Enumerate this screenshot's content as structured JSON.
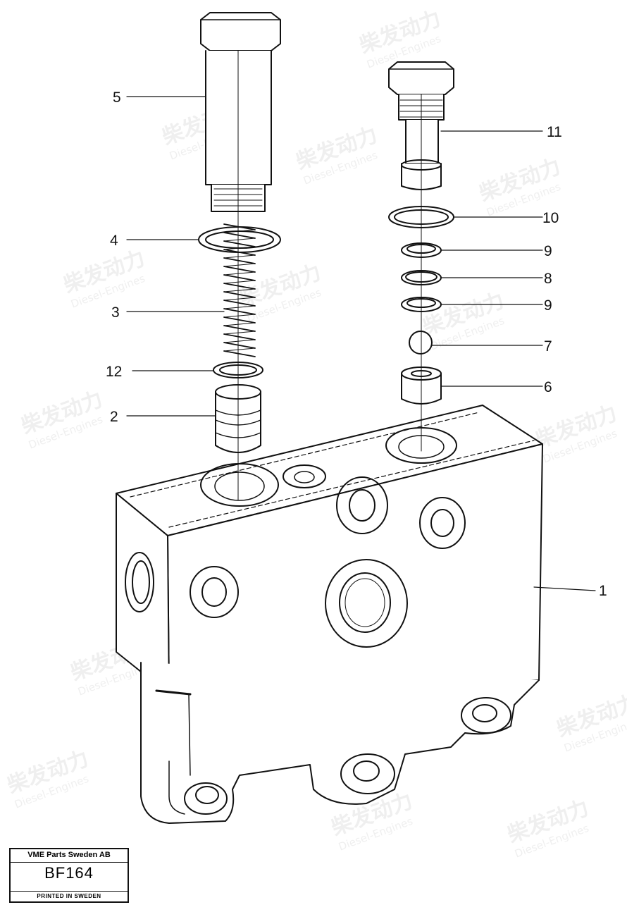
{
  "callouts": [
    {
      "id": "1",
      "label": "1"
    },
    {
      "id": "2",
      "label": "2"
    },
    {
      "id": "3",
      "label": "3"
    },
    {
      "id": "4",
      "label": "4"
    },
    {
      "id": "5",
      "label": "5"
    },
    {
      "id": "6",
      "label": "6"
    },
    {
      "id": "7",
      "label": "7"
    },
    {
      "id": "8",
      "label": "8"
    },
    {
      "id": "9a",
      "label": "9"
    },
    {
      "id": "9b",
      "label": "9"
    },
    {
      "id": "10",
      "label": "10"
    },
    {
      "id": "11",
      "label": "11"
    },
    {
      "id": "12",
      "label": "12"
    }
  ],
  "title_block": {
    "company": "VME Parts Sweden AB",
    "code": "BF164",
    "printed": "PRINTED IN SWEDEN"
  },
  "watermark": {
    "brand_cn": "柴发动力",
    "brand_en": "Diesel-Engines"
  }
}
